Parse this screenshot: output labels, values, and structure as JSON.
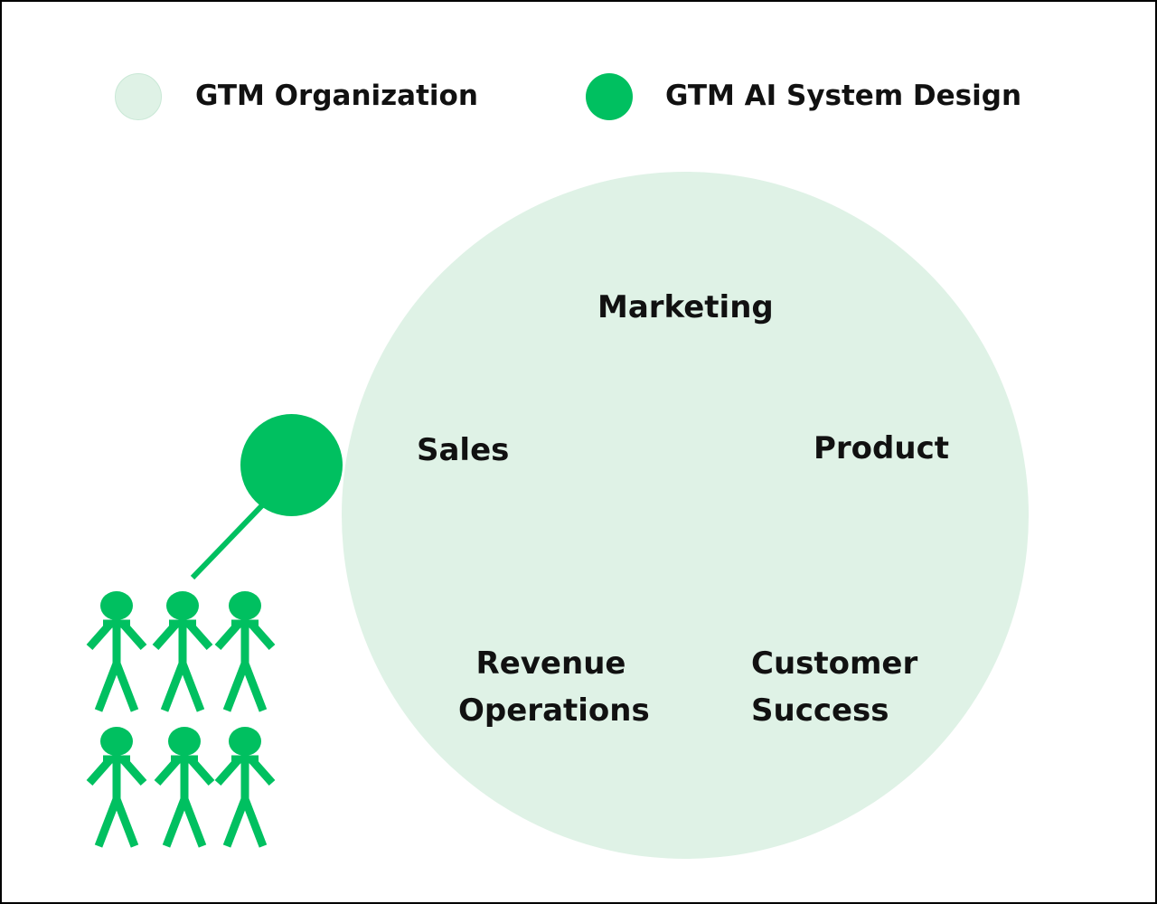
{
  "colors": {
    "organization": "#dff2e6",
    "ai_system": "#00c060"
  },
  "legend": {
    "organization_label": "GTM Organization",
    "ai_label": "GTM AI System Design"
  },
  "departments": {
    "marketing": "Marketing",
    "sales": "Sales",
    "product": "Product",
    "revops_line1": "Revenue",
    "revops_line2": "Operations",
    "cs_line1": "Customer",
    "cs_line2": "Success"
  }
}
